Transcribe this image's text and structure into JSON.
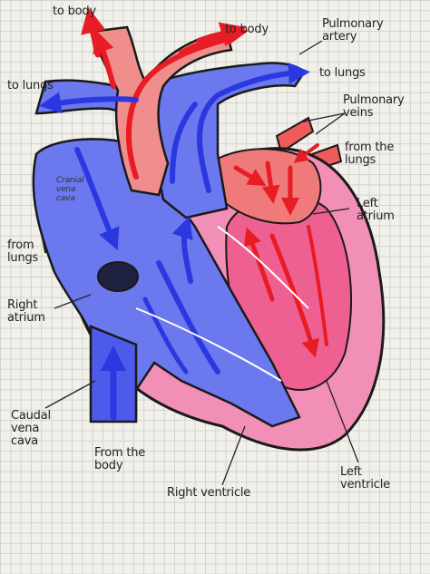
{
  "labels": {
    "to_body_top": "to body",
    "to_body_right": "to body",
    "pulmonary_artery": "Pulmonary\nartery",
    "to_lungs_right": "to lungs",
    "to_lungs_left": "to lungs",
    "pulmonary_veins": "Pulmonary\nveins",
    "from_the_lungs": "from the\nlungs",
    "cranial_vena_cava": "Cranial\nvena\ncava",
    "left_atrium": "Left\natrium",
    "from_lungs_left": "from\nlungs",
    "right_atrium": "Right\natrium",
    "caudal_vena_cava": "Caudal\nvena\ncava",
    "from_the_body": "From the\nbody",
    "right_ventricle": "Right ventricle",
    "left_ventricle": "Left\nventricle"
  },
  "colors": {
    "deoxygenated": "#3a45e8",
    "oxygenated": "#ee1d25",
    "myocardium": "#f28fb6",
    "outline": "#1a1a1a"
  }
}
